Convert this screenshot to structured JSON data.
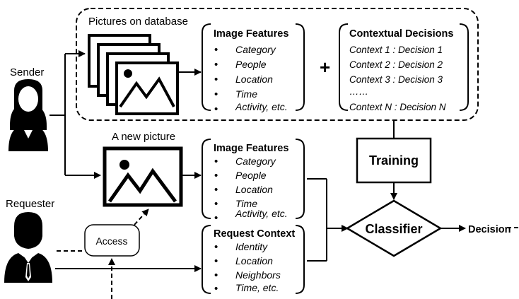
{
  "diagram": {
    "labels": {
      "sender": "Sender",
      "requester": "Requester",
      "pictures_on_database": "Pictures on database",
      "new_picture": "A new picture",
      "access": "Access",
      "plus": "+",
      "training": "Training",
      "classifier": "Classifier",
      "decision": "Decision"
    },
    "image_features_db": {
      "title": "Image Features",
      "items": [
        "Category",
        "People",
        "Location",
        "Time",
        "Activity, etc."
      ]
    },
    "contextual_decisions": {
      "title": "Contextual Decisions",
      "items": [
        "Context 1 : Decision 1",
        "Context 2 : Decision 2",
        "Context 3 : Decision 3",
        "……",
        "Context N : Decision N"
      ]
    },
    "image_features_new": {
      "title": "Image Features",
      "items": [
        "Category",
        "People",
        "Location",
        "Time",
        "Activity, etc."
      ]
    },
    "request_context": {
      "title": "Request Context",
      "items": [
        "Identity",
        "Location",
        "Neighbors",
        "Time, etc."
      ]
    }
  }
}
